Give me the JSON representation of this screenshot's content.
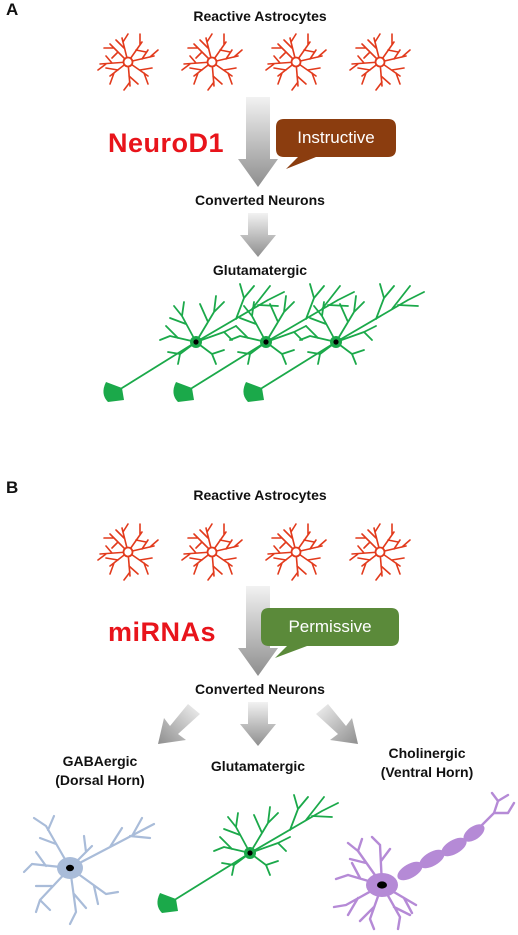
{
  "panel_a": {
    "letter": "A",
    "source_label": "Reactive Astrocytes",
    "factor": "NeuroD1",
    "mode": "Instructive",
    "intermediate_label": "Converted Neurons",
    "output_label": "Glutamatergic"
  },
  "panel_b": {
    "letter": "B",
    "source_label": "Reactive Astrocytes",
    "factor": "miRNAs",
    "mode": "Permissive",
    "intermediate_label": "Converted Neurons",
    "outputs": [
      {
        "line1": "GABAergic",
        "line2": "(Dorsal Horn)"
      },
      {
        "line1": "Glutamatergic",
        "line2": ""
      },
      {
        "line1": "Cholinergic",
        "line2": "(Ventral Horn)"
      }
    ]
  },
  "colors": {
    "astrocyte": "#e23a1c",
    "factor_text": "#e8141b",
    "instructive_box": "#8b3d0f",
    "permissive_box": "#5b8a3a",
    "glutamatergic": "#1ba94a",
    "gabaergic": "#a9bcd9",
    "cholinergic": "#b58ad6",
    "arrow": "#9a9a9a"
  }
}
